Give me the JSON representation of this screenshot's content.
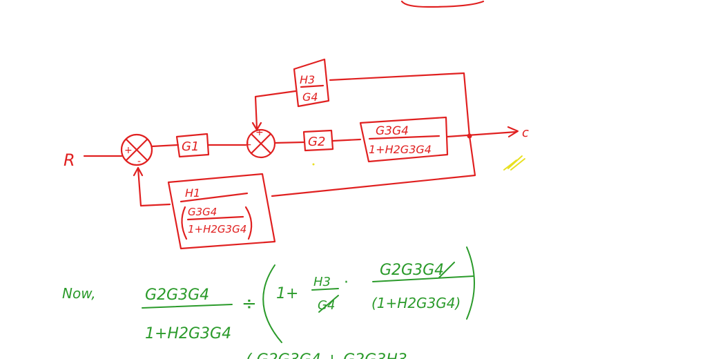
{
  "diagram": {
    "input_label": "R",
    "output_label": "c",
    "sum1": {
      "top_sign": "+",
      "bottom_sign": "-"
    },
    "sum2": {
      "left_sign": "+",
      "top_sign": "+"
    },
    "blocks": {
      "g1": "G1",
      "g2": "G2",
      "h3_g4": {
        "num": "H3",
        "den": "G4"
      },
      "reduced": {
        "num": "G3G4",
        "den": "1+H2G3G4"
      },
      "h1_feedback": {
        "num": "H1",
        "den_num": "G3G4",
        "den_den": "1+H2G3G4"
      }
    },
    "colors": {
      "diagram": "#e02020",
      "math": "#2a9a2a",
      "marker": "#e8e020"
    }
  },
  "math": {
    "now_label": "Now,",
    "frac1": {
      "num": "G2G3G4",
      "den": "1+H2G3G4"
    },
    "divide": "÷",
    "one_plus": "1+",
    "h3_over_g4": {
      "num": "H3",
      "den": "G4"
    },
    "dot": "·",
    "frac2": {
      "num": "G2G3G4",
      "den": "(1+H2G3G4)"
    },
    "bottom_partial": "(      G2G3G4 + G2G3H3"
  }
}
